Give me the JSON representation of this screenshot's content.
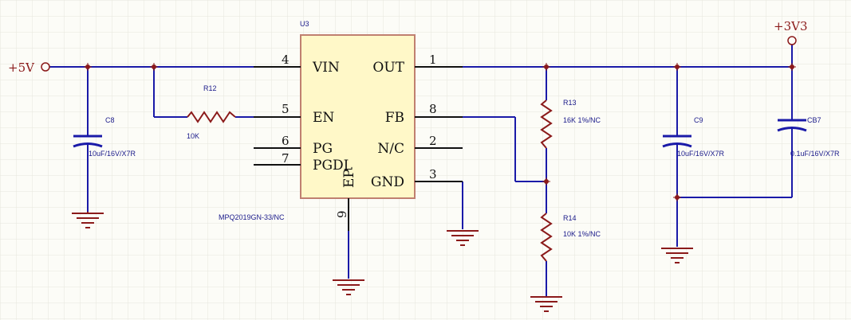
{
  "colors": {
    "wire": "#1a1aa8",
    "pin": "#111111",
    "power": "#8b1a1a",
    "body_fill": "#fff8c8",
    "body_stroke": "#c08070",
    "label_text": "#1a1a8a",
    "pin_text": "#111111",
    "grid": "#e6e6dc"
  },
  "nets": {
    "vin": "+5V",
    "vout": "+3V3"
  },
  "u3": {
    "designator": "U3",
    "part": "MPQ2019GN-33/NC",
    "pins": {
      "vin": {
        "name": "VIN",
        "num": "4"
      },
      "en": {
        "name": "EN",
        "num": "5"
      },
      "pg": {
        "name": "PG",
        "num": "6"
      },
      "pgdl": {
        "name": "PGDL",
        "num": "7"
      },
      "out": {
        "name": "OUT",
        "num": "1"
      },
      "fb": {
        "name": "FB",
        "num": "8"
      },
      "nc": {
        "name": "N/C",
        "num": "2"
      },
      "gnd": {
        "name": "GND",
        "num": "3"
      },
      "ep": {
        "name": "EP",
        "num": "9"
      }
    }
  },
  "components": {
    "r12": {
      "ref": "R12",
      "value": "10K"
    },
    "r13": {
      "ref": "R13",
      "value": "16K 1%/NC"
    },
    "r14": {
      "ref": "R14",
      "value": "10K 1%/NC"
    },
    "c8": {
      "ref": "C8",
      "value": "10uF/16V/X7R"
    },
    "c9": {
      "ref": "C9",
      "value": "10uF/16V/X7R"
    },
    "cb7": {
      "ref": "CB7",
      "value": "0.1uF/16V/X7R"
    }
  }
}
